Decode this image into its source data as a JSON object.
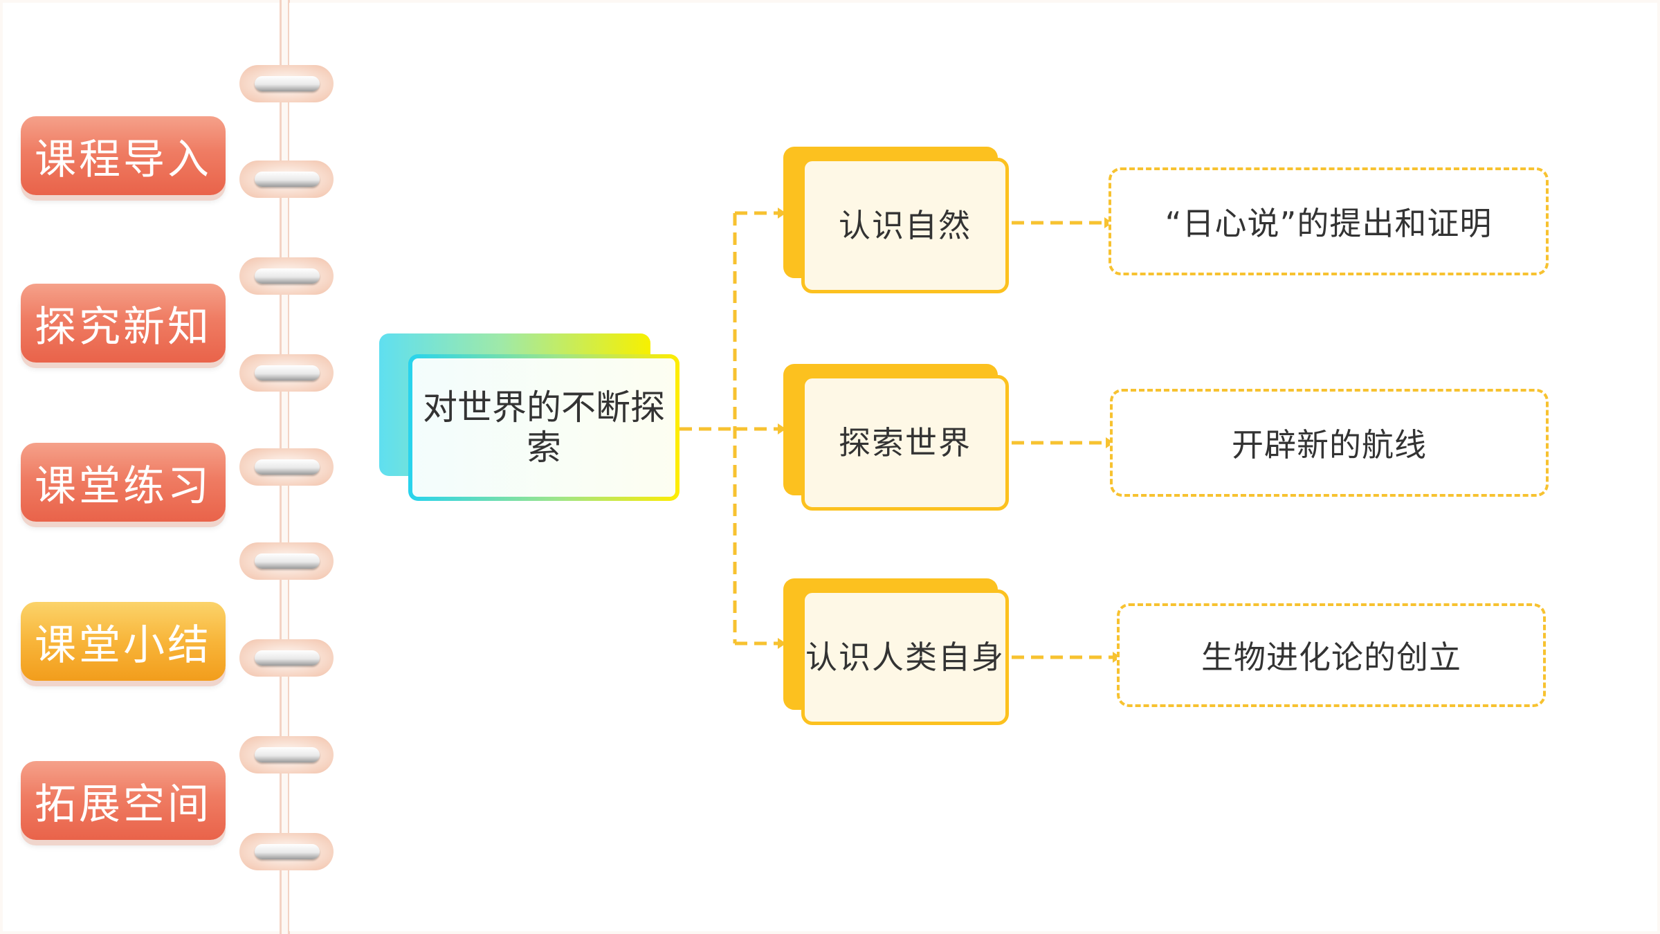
{
  "sidebar": {
    "items": [
      {
        "label": "课程导入",
        "active": false
      },
      {
        "label": "探究新知",
        "active": false
      },
      {
        "label": "课堂练习",
        "active": false
      },
      {
        "label": "课堂小结",
        "active": true
      },
      {
        "label": "拓展空间",
        "active": false
      }
    ]
  },
  "mindmap": {
    "root": "对世界的不断探索",
    "branches": [
      {
        "label": "认识自然",
        "detail": "“日心说”的提出和证明"
      },
      {
        "label": "探索世界",
        "detail": "开辟新的航线"
      },
      {
        "label": "认识人类自身",
        "detail": "生物进化论的创立"
      }
    ]
  },
  "colors": {
    "nav_button": "#ef7c63",
    "nav_button_active": "#f8b53a",
    "branch_accent": "#fcc11f",
    "connector": "#f7c230"
  }
}
